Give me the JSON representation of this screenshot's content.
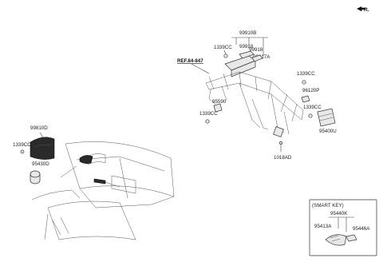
{
  "direction_label": "FR.",
  "ref_label": "REF.84-847",
  "part_numbers": {
    "p99910B": "99910B",
    "p99918_a": "99918",
    "p99918_b": "99918",
    "p99917A": "99917A",
    "p1339CC_top": "1339CC",
    "p1339CC_right": "1339CC",
    "p96120P": "96120P",
    "p1339CC_right2": "1339CC",
    "p95400U": "95400U",
    "p95590": "95590",
    "p1339CC_mid": "1339CC",
    "p1018AD": "1018AD",
    "p99810D": "99810D",
    "p1339CC_left": "1339CC",
    "p95430D": "95430D"
  },
  "smart_key": {
    "title": "(SMART KEY)",
    "p95440K": "95440K",
    "p95413A": "95413A",
    "p95446A": "95446A"
  }
}
